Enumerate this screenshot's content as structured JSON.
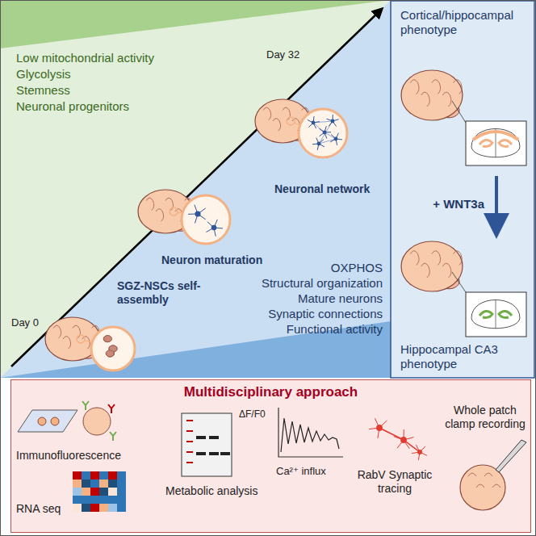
{
  "diagram": {
    "nodes": [
      {
        "text": [
          "Low mitochondrial activity",
          "Glycolysis",
          "Stemness",
          "Neuronal progenitors"
        ]
      },
      {
        "text": [
          "OXPHOS",
          "Structural organization",
          "Mature neurons",
          "Synaptic connections",
          "Functional activity"
        ]
      },
      {
        "text": [
          "Cortical/hippocampal phenotype"
        ]
      },
      {
        "text": [
          "Hippocampal CA3 phenotype"
        ]
      },
      {
        "text": [
          "Multidisciplinary approach"
        ]
      }
    ],
    "edges": [
      {
        "from": 2,
        "to": 3,
        "label": "+ WNT3a",
        "arrow": "to"
      }
    ],
    "labels": [
      "Day 0",
      "SGZ-NSCs self-assembly",
      "Neuron maturation",
      "Neuronal network",
      "Day 32",
      "Immunofluorescence",
      "RNA seq",
      "Metabolic analysis",
      "ΔF/F0",
      "Ca²⁺ influx",
      "RabV Synaptic tracing",
      "Whole patch clamp recording"
    ]
  }
}
